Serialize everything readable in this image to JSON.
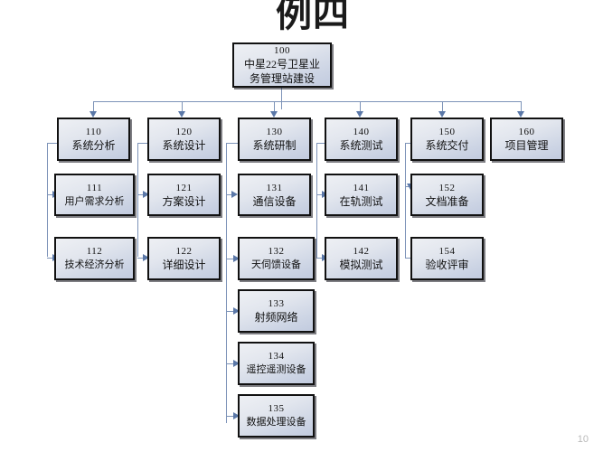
{
  "slide": {
    "title": "例四",
    "page_number": "10",
    "background_color": "#ffffff",
    "connector_color": "#7d93b8",
    "arrow_color": "#5b78a8",
    "box_border_color": "#111111",
    "box_fill_top": "#eef0f4",
    "box_fill_bottom": "#c2cbdf"
  },
  "chart_data": {
    "type": "diagram",
    "subtype": "work-breakdown-structure",
    "title": "例四",
    "root": {
      "code": "100",
      "label": "中星22号卫星业务管理站建设"
    },
    "levels": 3,
    "nodes": [
      {
        "code": "100",
        "label": "中星22号卫星业务管理站建设",
        "parent": null,
        "level": 0
      },
      {
        "code": "110",
        "label": "系统分析",
        "parent": "100",
        "level": 1
      },
      {
        "code": "120",
        "label": "系统设计",
        "parent": "100",
        "level": 1
      },
      {
        "code": "130",
        "label": "系统研制",
        "parent": "100",
        "level": 1
      },
      {
        "code": "140",
        "label": "系统测试",
        "parent": "100",
        "level": 1
      },
      {
        "code": "150",
        "label": "系统交付",
        "parent": "100",
        "level": 1
      },
      {
        "code": "160",
        "label": "项目管理",
        "parent": "100",
        "level": 1
      },
      {
        "code": "111",
        "label": "用户需求分析",
        "parent": "110",
        "level": 2
      },
      {
        "code": "112",
        "label": "技术经济分析",
        "parent": "110",
        "level": 2
      },
      {
        "code": "121",
        "label": "方案设计",
        "parent": "120",
        "level": 2
      },
      {
        "code": "122",
        "label": "详细设计",
        "parent": "120",
        "level": 2
      },
      {
        "code": "131",
        "label": "通信设备",
        "parent": "130",
        "level": 2
      },
      {
        "code": "132",
        "label": "天伺馈设备",
        "parent": "130",
        "level": 2
      },
      {
        "code": "133",
        "label": "射频网络",
        "parent": "130",
        "level": 2
      },
      {
        "code": "134",
        "label": "遥控遥测设备",
        "parent": "130",
        "level": 2
      },
      {
        "code": "135",
        "label": "数据处理设备",
        "parent": "130",
        "level": 2
      },
      {
        "code": "141",
        "label": "在轨测试",
        "parent": "140",
        "level": 2
      },
      {
        "code": "142",
        "label": "模拟测试",
        "parent": "140",
        "level": 2
      },
      {
        "code": "152",
        "label": "文档准备",
        "parent": "150",
        "level": 2
      },
      {
        "code": "154",
        "label": "验收评审",
        "parent": "150",
        "level": 2
      }
    ]
  },
  "nodes": {
    "n100": {
      "code": "100",
      "label": "中星22号卫星业务管理站建设"
    },
    "n110": {
      "code": "110",
      "label": "系统分析"
    },
    "n120": {
      "code": "120",
      "label": "系统设计"
    },
    "n130": {
      "code": "130",
      "label": "系统研制"
    },
    "n140": {
      "code": "140",
      "label": "系统测试"
    },
    "n150": {
      "code": "150",
      "label": "系统交付"
    },
    "n160": {
      "code": "160",
      "label": "项目管理"
    },
    "n111": {
      "code": "111",
      "label": "用户需求分析"
    },
    "n112": {
      "code": "112",
      "label": "技术经济分析"
    },
    "n121": {
      "code": "121",
      "label": "方案设计"
    },
    "n122": {
      "code": "122",
      "label": "详细设计"
    },
    "n131": {
      "code": "131",
      "label": "通信设备"
    },
    "n132": {
      "code": "132",
      "label": "天伺馈设备"
    },
    "n133": {
      "code": "133",
      "label": "射频网络"
    },
    "n134": {
      "code": "134",
      "label": "遥控遥测设备"
    },
    "n135": {
      "code": "135",
      "label": "数据处理设备"
    },
    "n141": {
      "code": "141",
      "label": "在轨测试"
    },
    "n142": {
      "code": "142",
      "label": "模拟测试"
    },
    "n152": {
      "code": "152",
      "label": "文档准备"
    },
    "n154": {
      "code": "154",
      "label": "验收评审"
    }
  }
}
